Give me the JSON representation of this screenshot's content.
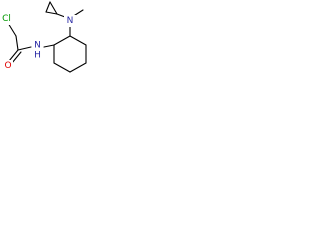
{
  "molecule": {
    "atoms": {
      "cl": {
        "label": "Cl",
        "color": "#009900"
      },
      "oxygen": {
        "label": "O",
        "color": "#e00000"
      },
      "amide_nitrogen": {
        "label": "N",
        "color": "#2a2aa5"
      },
      "amine_nitrogen": {
        "label": "N",
        "color": "#2a2aa5"
      },
      "amide_hydrogen": {
        "label": "H",
        "color": "#2a2aa5"
      }
    },
    "bond_color": "#000000"
  }
}
